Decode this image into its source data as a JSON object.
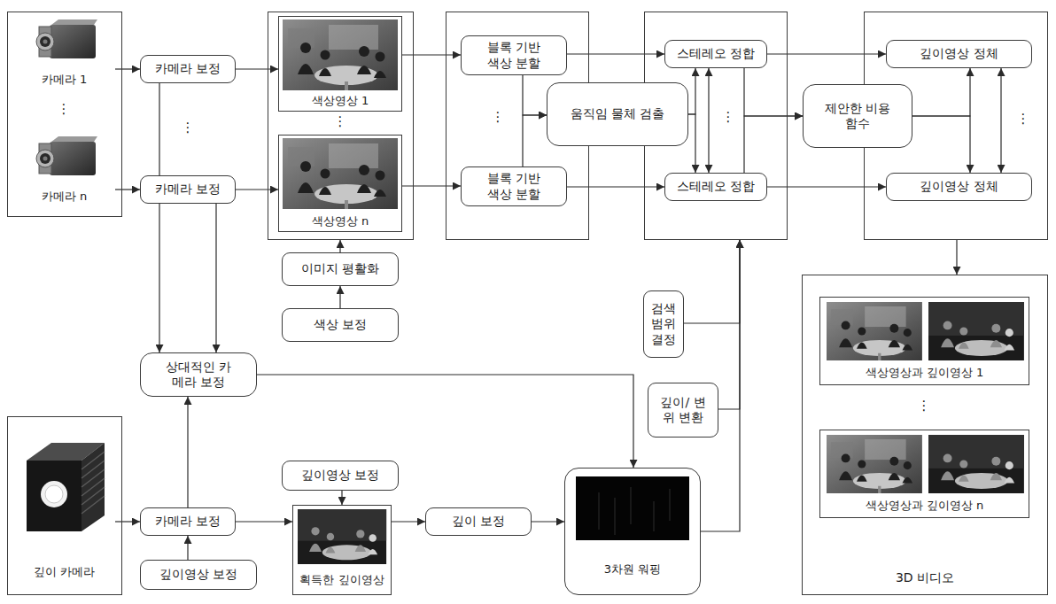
{
  "diagram": {
    "nodes": [
      {
        "text": []
      },
      {
        "text": [
          "카메라 1"
        ],
        "in": 0
      },
      {
        "text": [
          "카메라 n"
        ],
        "in": 0
      },
      {
        "text": [
          "카메라 보정"
        ]
      },
      {
        "text": [
          "카메라 보정"
        ]
      },
      {
        "text": []
      },
      {
        "text": [
          "색상영상 1"
        ],
        "in": 5
      },
      {
        "text": [
          "색상영상 n"
        ],
        "in": 5
      },
      {
        "text": [
          "이미지 평활화"
        ]
      },
      {
        "text": [
          "색상 보정"
        ]
      },
      {
        "text": []
      },
      {
        "text": [
          "블록 기반 색상 분할"
        ],
        "in": 10
      },
      {
        "text": [
          "블록 기반 색상 분할"
        ],
        "in": 10
      },
      {
        "text": [
          "움직임 물체 검출"
        ]
      },
      {
        "text": []
      },
      {
        "text": [
          "스테레오 정합"
        ],
        "in": 14
      },
      {
        "text": [
          "스테레오 정합"
        ],
        "in": 14
      },
      {
        "text": [
          "제안한 비용함수"
        ]
      },
      {
        "text": []
      },
      {
        "text": [
          "깊이영상 정체"
        ],
        "in": 18
      },
      {
        "text": [
          "깊이영상 정체"
        ],
        "in": 18
      },
      {
        "text": [
          "검색 범위 결정"
        ]
      },
      {
        "text": [
          "깊이/ 변위 변환"
        ]
      },
      {
        "text": [
          "상대적인 카메라 보정"
        ]
      },
      {
        "text": []
      },
      {
        "text": [
          "깊이 카메라"
        ],
        "in": 24
      },
      {
        "text": [
          "카메라 보정"
        ]
      },
      {
        "text": [
          "깊이영상 보정"
        ]
      },
      {
        "text": [
          "깊이영상 보정"
        ]
      },
      {
        "text": [
          "획득한 깊이영상"
        ]
      },
      {
        "text": [
          "깊이 보정"
        ]
      },
      {
        "text": [
          "3차원 워핑"
        ]
      },
      {
        "text": [
          "3D 비디오"
        ]
      },
      {
        "text": [
          "색상영상과 깊이영상 1"
        ],
        "in": 32
      },
      {
        "text": [
          "색상영상과 깊이영상 n"
        ],
        "in": 32
      }
    ],
    "edges": [
      {
        "from": 1,
        "to": 3,
        "arrow": "to"
      },
      {
        "from": 2,
        "to": 4,
        "arrow": "to"
      },
      {
        "from": 3,
        "to": 6,
        "arrow": "to"
      },
      {
        "from": 4,
        "to": 7,
        "arrow": "to"
      },
      {
        "from": 3,
        "to": 23,
        "arrow": "to"
      },
      {
        "from": 4,
        "to": 23,
        "arrow": "to"
      },
      {
        "from": 8,
        "to": 5,
        "arrow": "to"
      },
      {
        "from": 9,
        "to": 8,
        "arrow": "to"
      },
      {
        "from": 6,
        "to": 11,
        "arrow": "to"
      },
      {
        "from": 7,
        "to": 12,
        "arrow": "to"
      },
      {
        "from": 11,
        "to": 13,
        "arrow": "to"
      },
      {
        "from": 12,
        "to": 13,
        "arrow": "to"
      },
      {
        "from": 11,
        "to": 15,
        "arrow": "to"
      },
      {
        "from": 12,
        "to": 16,
        "arrow": "to"
      },
      {
        "from": 13,
        "to": 15,
        "arrow": "to"
      },
      {
        "from": 13,
        "to": 16,
        "arrow": "to"
      },
      {
        "from": 15,
        "to": 16,
        "arrow": "both"
      },
      {
        "from": 15,
        "to": 17,
        "arrow": "to"
      },
      {
        "from": 16,
        "to": 17,
        "arrow": "to"
      },
      {
        "from": 15,
        "to": 19,
        "arrow": "to"
      },
      {
        "from": 16,
        "to": 20,
        "arrow": "to"
      },
      {
        "from": 17,
        "to": 19,
        "arrow": "to"
      },
      {
        "from": 17,
        "to": 20,
        "arrow": "to"
      },
      {
        "from": 19,
        "to": 20,
        "arrow": "both"
      },
      {
        "from": 18,
        "to": 32,
        "arrow": "to"
      },
      {
        "from": 21,
        "to": 14,
        "arrow": "to"
      },
      {
        "from": 22,
        "to": 14,
        "arrow": "to"
      },
      {
        "from": 23,
        "to": 31,
        "arrow": "to"
      },
      {
        "from": 25,
        "to": 26,
        "arrow": "to"
      },
      {
        "from": 27,
        "to": 26,
        "arrow": "to"
      },
      {
        "from": 26,
        "to": 23,
        "arrow": "to"
      },
      {
        "from": 26,
        "to": 29,
        "arrow": "to"
      },
      {
        "from": 28,
        "to": 29,
        "arrow": "to"
      },
      {
        "from": 29,
        "to": 30,
        "arrow": "to"
      },
      {
        "from": 30,
        "to": 31,
        "arrow": "to"
      },
      {
        "from": 31,
        "to": 14,
        "arrow": "to"
      }
    ],
    "labels": [
      "⋮",
      "⋮",
      "⋮",
      "⋮",
      "⋮",
      "⋮",
      "⋮"
    ]
  }
}
